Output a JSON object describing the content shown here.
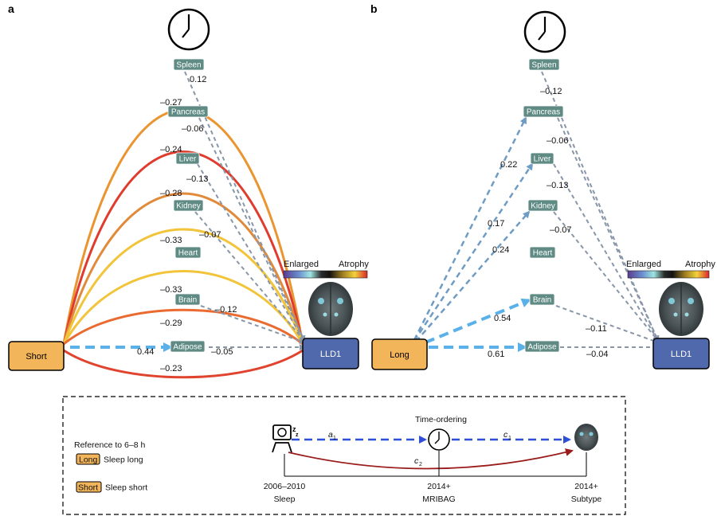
{
  "panels": {
    "a": {
      "letter": "a",
      "source": "Short",
      "target": "LLD1",
      "organs": [
        "Spleen",
        "Pancreas",
        "Liver",
        "Kidney",
        "Heart",
        "Brain",
        "Adipose"
      ],
      "organ_to_target": [
        "0.12",
        "–0.06",
        "–0.13",
        "–0.07",
        "",
        "–0.12",
        "–0.05"
      ],
      "source_direct": [
        "–0.27",
        "–0.24",
        "–0.28",
        "–0.33",
        "–0.33",
        "–0.29",
        "–0.23"
      ],
      "source_to_organ": [
        "",
        "",
        "",
        "",
        "",
        "",
        "0.44"
      ]
    },
    "b": {
      "letter": "b",
      "source": "Long",
      "target": "LLD1",
      "organs": [
        "Spleen",
        "Pancreas",
        "Liver",
        "Kidney",
        "Heart",
        "Brain",
        "Adipose"
      ],
      "organ_to_target": [
        "–0.12",
        "–0.06",
        "–0.13",
        "–0.07",
        "",
        "–0.11",
        "–0.04"
      ],
      "source_to_organ": [
        "",
        "0.22",
        "0.17",
        "0.24",
        "",
        "0.54",
        "0.61"
      ]
    }
  },
  "colorbar": {
    "left": "Enlarged",
    "right": "Atrophy"
  },
  "legend": {
    "reference": "Reference to 6–8 h",
    "long_box": "Long",
    "long_text": "Sleep long",
    "short_box": "Short",
    "short_text": "Sleep short",
    "time_ordering": "Time-ordering",
    "a1": "a",
    "a1_sub": "1",
    "c1": "c",
    "c1_sub": "1",
    "c2": "c",
    "c2_sub": "2",
    "timeline": [
      {
        "year": "2006–2010",
        "label": "Sleep"
      },
      {
        "year": "2014+",
        "label": "MRIBAG"
      },
      {
        "year": "2014+",
        "label": "Subtype"
      }
    ]
  },
  "colors": {
    "source_fill": "#f3b55a",
    "target_fill": "#5068ac",
    "organ_fill": "#5f8b84",
    "dashed_blue": "#2e6bd6",
    "dashed_light_blue": "#5ab0e8",
    "dashed_gray": "#8896a8",
    "dark_red": "#9b1b1b"
  },
  "icons": [
    "clock-icon",
    "brain-icon",
    "sleep-person-icon"
  ]
}
